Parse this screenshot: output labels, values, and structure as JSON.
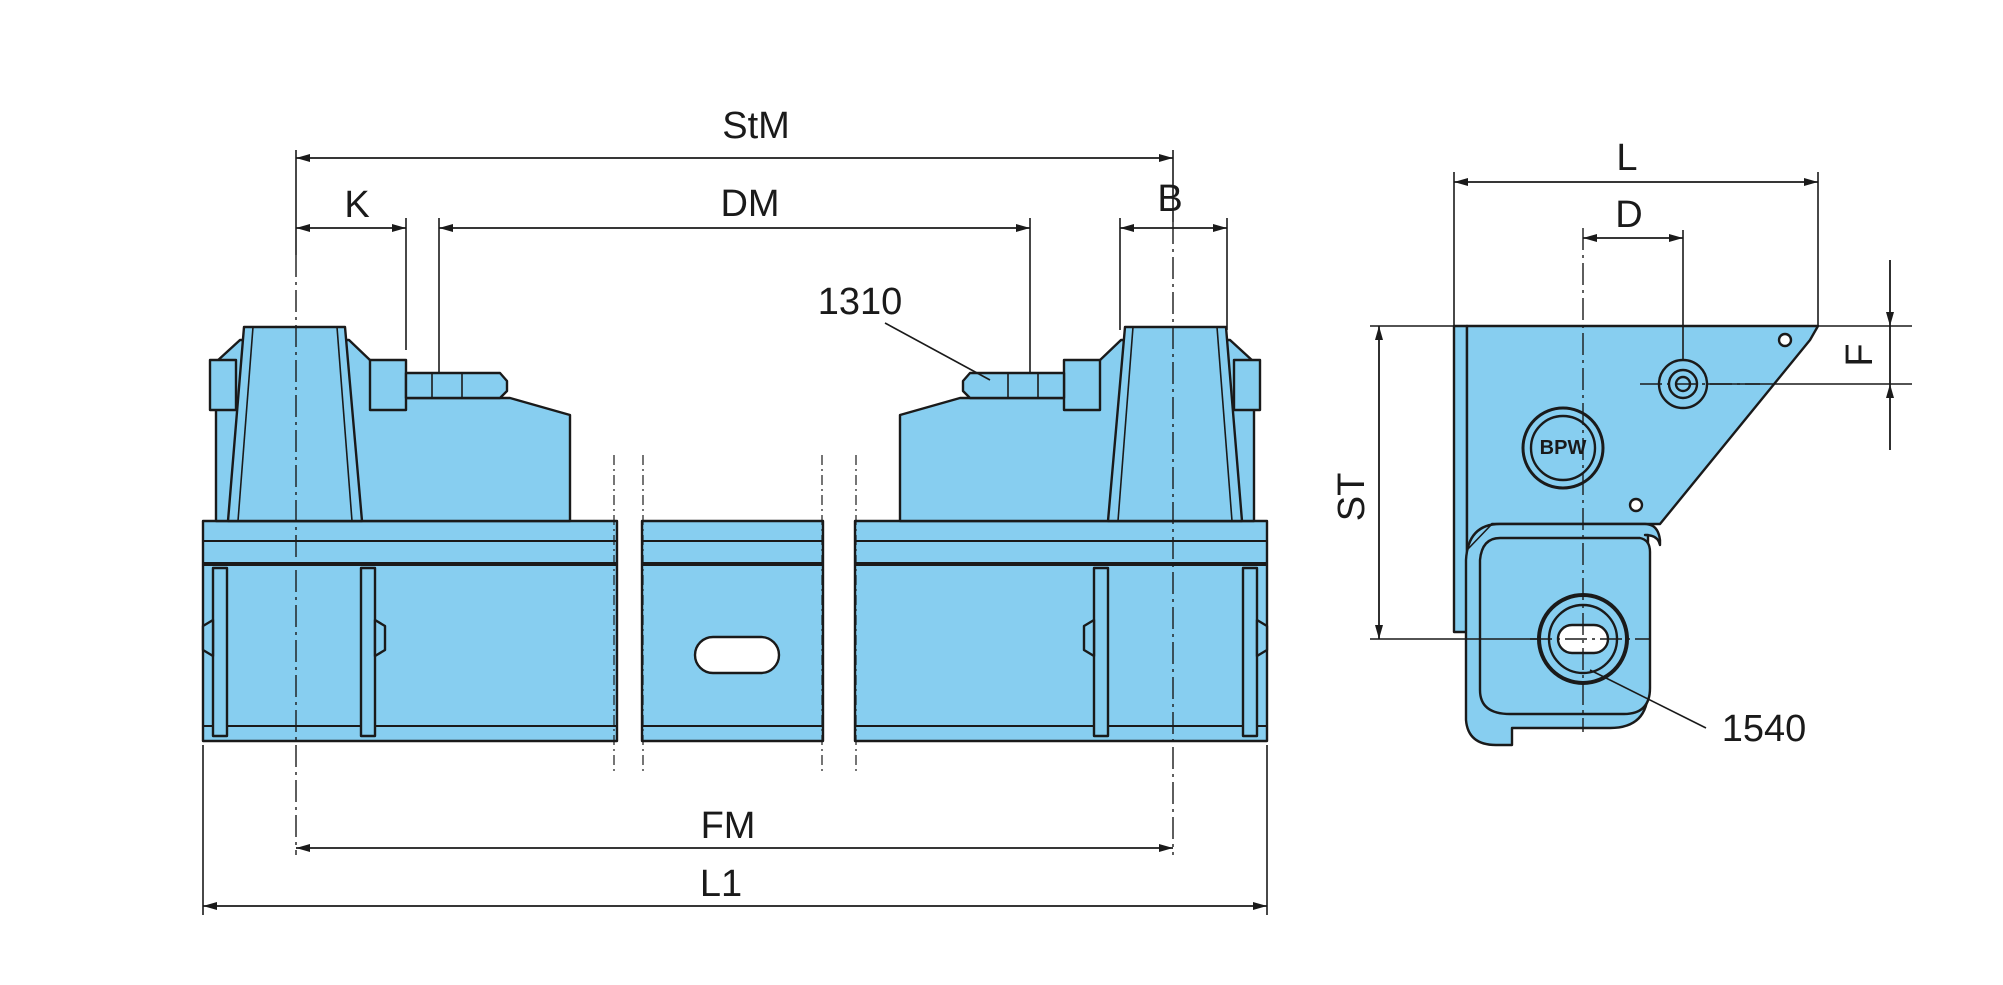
{
  "drawing": {
    "front_view": {
      "dimensions": {
        "StM": "StM",
        "K": "K",
        "DM": "DM",
        "B": "B",
        "FM": "FM",
        "L1": "L1"
      },
      "callout_part": "1310"
    },
    "side_view": {
      "dimensions": {
        "L": "L",
        "D": "D",
        "F": "F",
        "ST": "ST"
      },
      "callout_part": "1540",
      "logo_text": "BPW"
    },
    "colors": {
      "part_fill": "#87cef0",
      "line": "#1a1a1a",
      "background": "#ffffff"
    }
  }
}
